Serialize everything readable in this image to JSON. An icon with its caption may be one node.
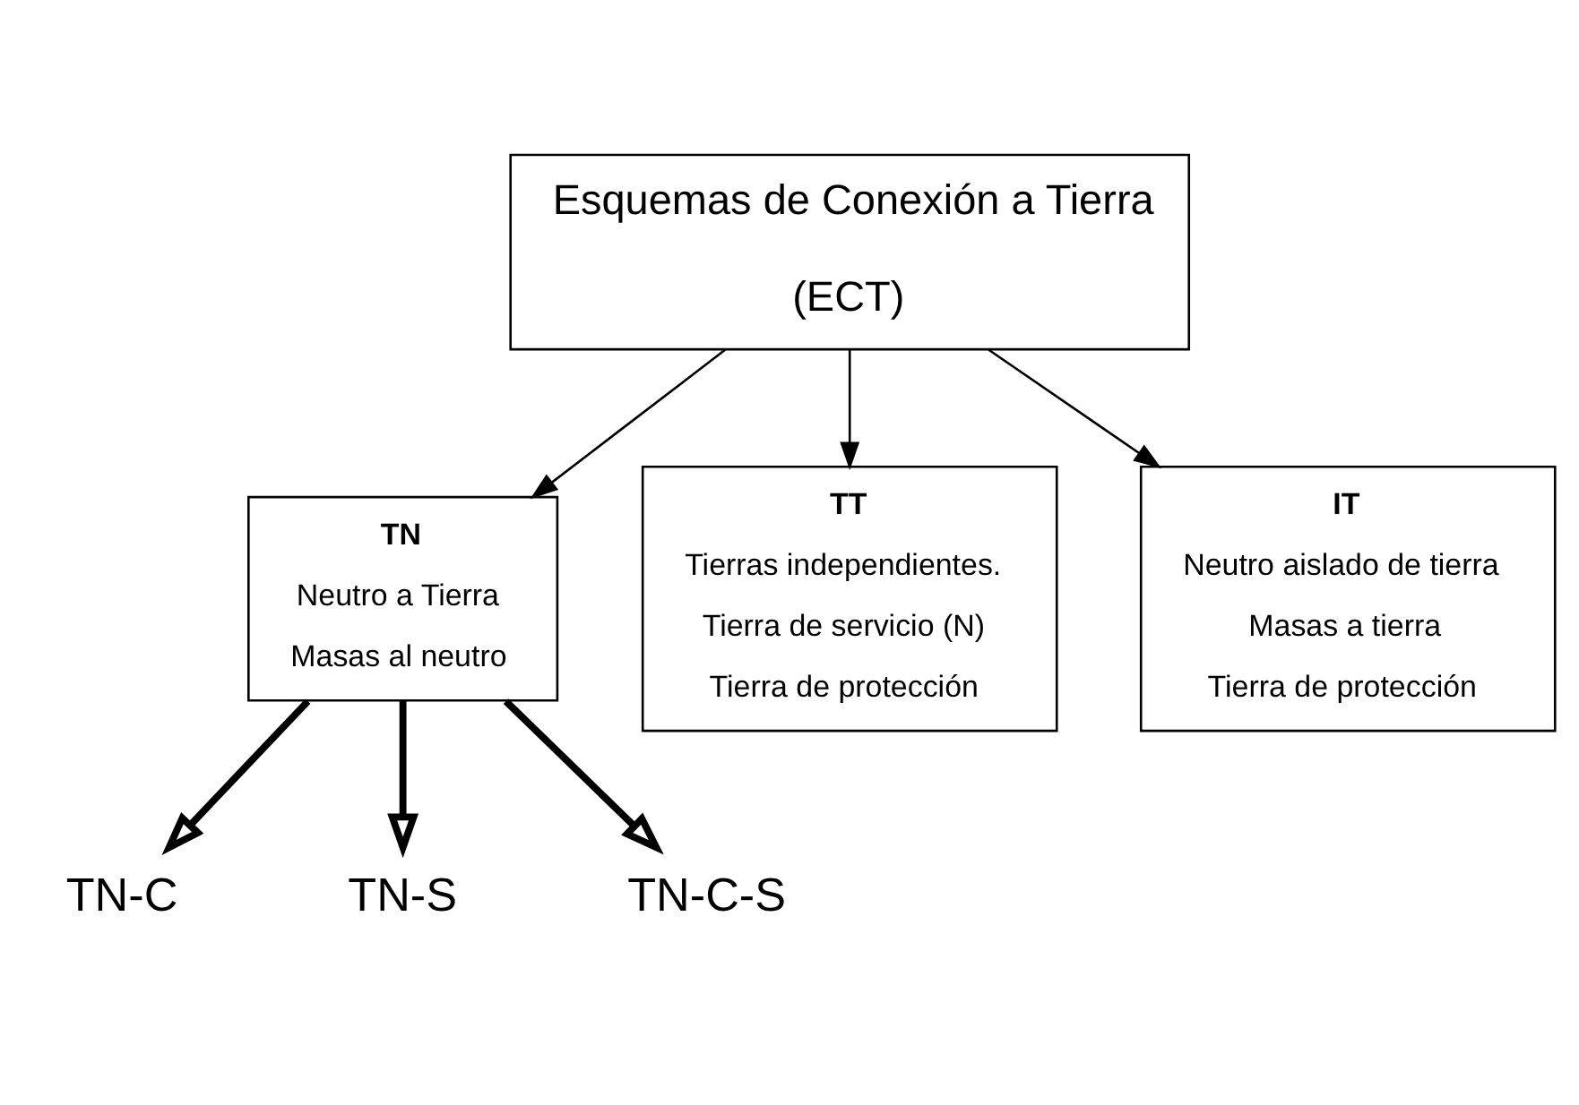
{
  "diagram": {
    "nodes": [
      {
        "text": [
          "Esquemas de Conexión a Tierra",
          "(ECT)"
        ]
      },
      {
        "text": [
          "TN",
          "Neutro a Tierra",
          "Masas al neutro"
        ]
      },
      {
        "text": [
          "TT",
          "Tierras independientes.",
          "Tierra de servicio (N)",
          "Tierra de protección"
        ]
      },
      {
        "text": [
          "IT",
          "Neutro aislado de tierra",
          "Masas a tierra",
          "Tierra de protección"
        ]
      },
      {
        "text": [
          "TN-C"
        ]
      },
      {
        "text": [
          "TN-S"
        ]
      },
      {
        "text": [
          "TN-C-S"
        ]
      }
    ],
    "edges": [
      {
        "from": 0,
        "to": 1,
        "arrow": "to"
      },
      {
        "from": 0,
        "to": 2,
        "arrow": "to"
      },
      {
        "from": 0,
        "to": 3,
        "arrow": "to"
      },
      {
        "from": 1,
        "to": 4,
        "arrow": "to",
        "style": "thick"
      },
      {
        "from": 1,
        "to": 5,
        "arrow": "to",
        "style": "thick"
      },
      {
        "from": 1,
        "to": 6,
        "arrow": "to",
        "style": "thick"
      }
    ]
  }
}
